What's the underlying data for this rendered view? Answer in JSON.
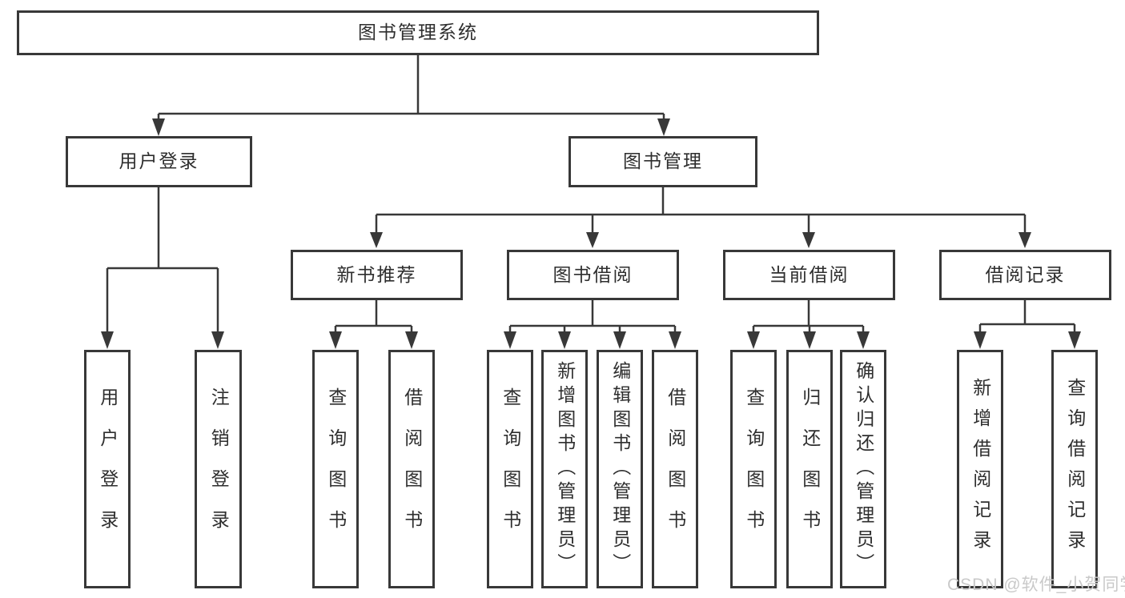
{
  "diagram_type": "hierarchy",
  "title": "图书管理系统",
  "watermark": "CSDN @软件_小贺同学",
  "colors": {
    "line": "#383838",
    "box_border": "#383838",
    "text": "#2e2e2e",
    "background": "#ffffff",
    "watermark": "#c9c9c9"
  },
  "tree": {
    "label": "图书管理系统",
    "children": [
      {
        "label": "用户登录",
        "children": [
          {
            "label": "用户登录"
          },
          {
            "label": "注销登录"
          }
        ]
      },
      {
        "label": "图书管理",
        "children": [
          {
            "label": "新书推荐",
            "children": [
              {
                "label": "查询图书"
              },
              {
                "label": "借阅图书"
              }
            ]
          },
          {
            "label": "图书借阅",
            "children": [
              {
                "label": "查询图书"
              },
              {
                "label": "新增图书（管理员）"
              },
              {
                "label": "编辑图书（管理员）"
              },
              {
                "label": "借阅图书"
              }
            ]
          },
          {
            "label": "当前借阅",
            "children": [
              {
                "label": "查询图书"
              },
              {
                "label": "归还图书"
              },
              {
                "label": "确认归还（管理员）"
              }
            ]
          },
          {
            "label": "借阅记录",
            "children": [
              {
                "label": "新增借阅记录"
              },
              {
                "label": "查询借阅记录"
              }
            ]
          }
        ]
      }
    ]
  }
}
